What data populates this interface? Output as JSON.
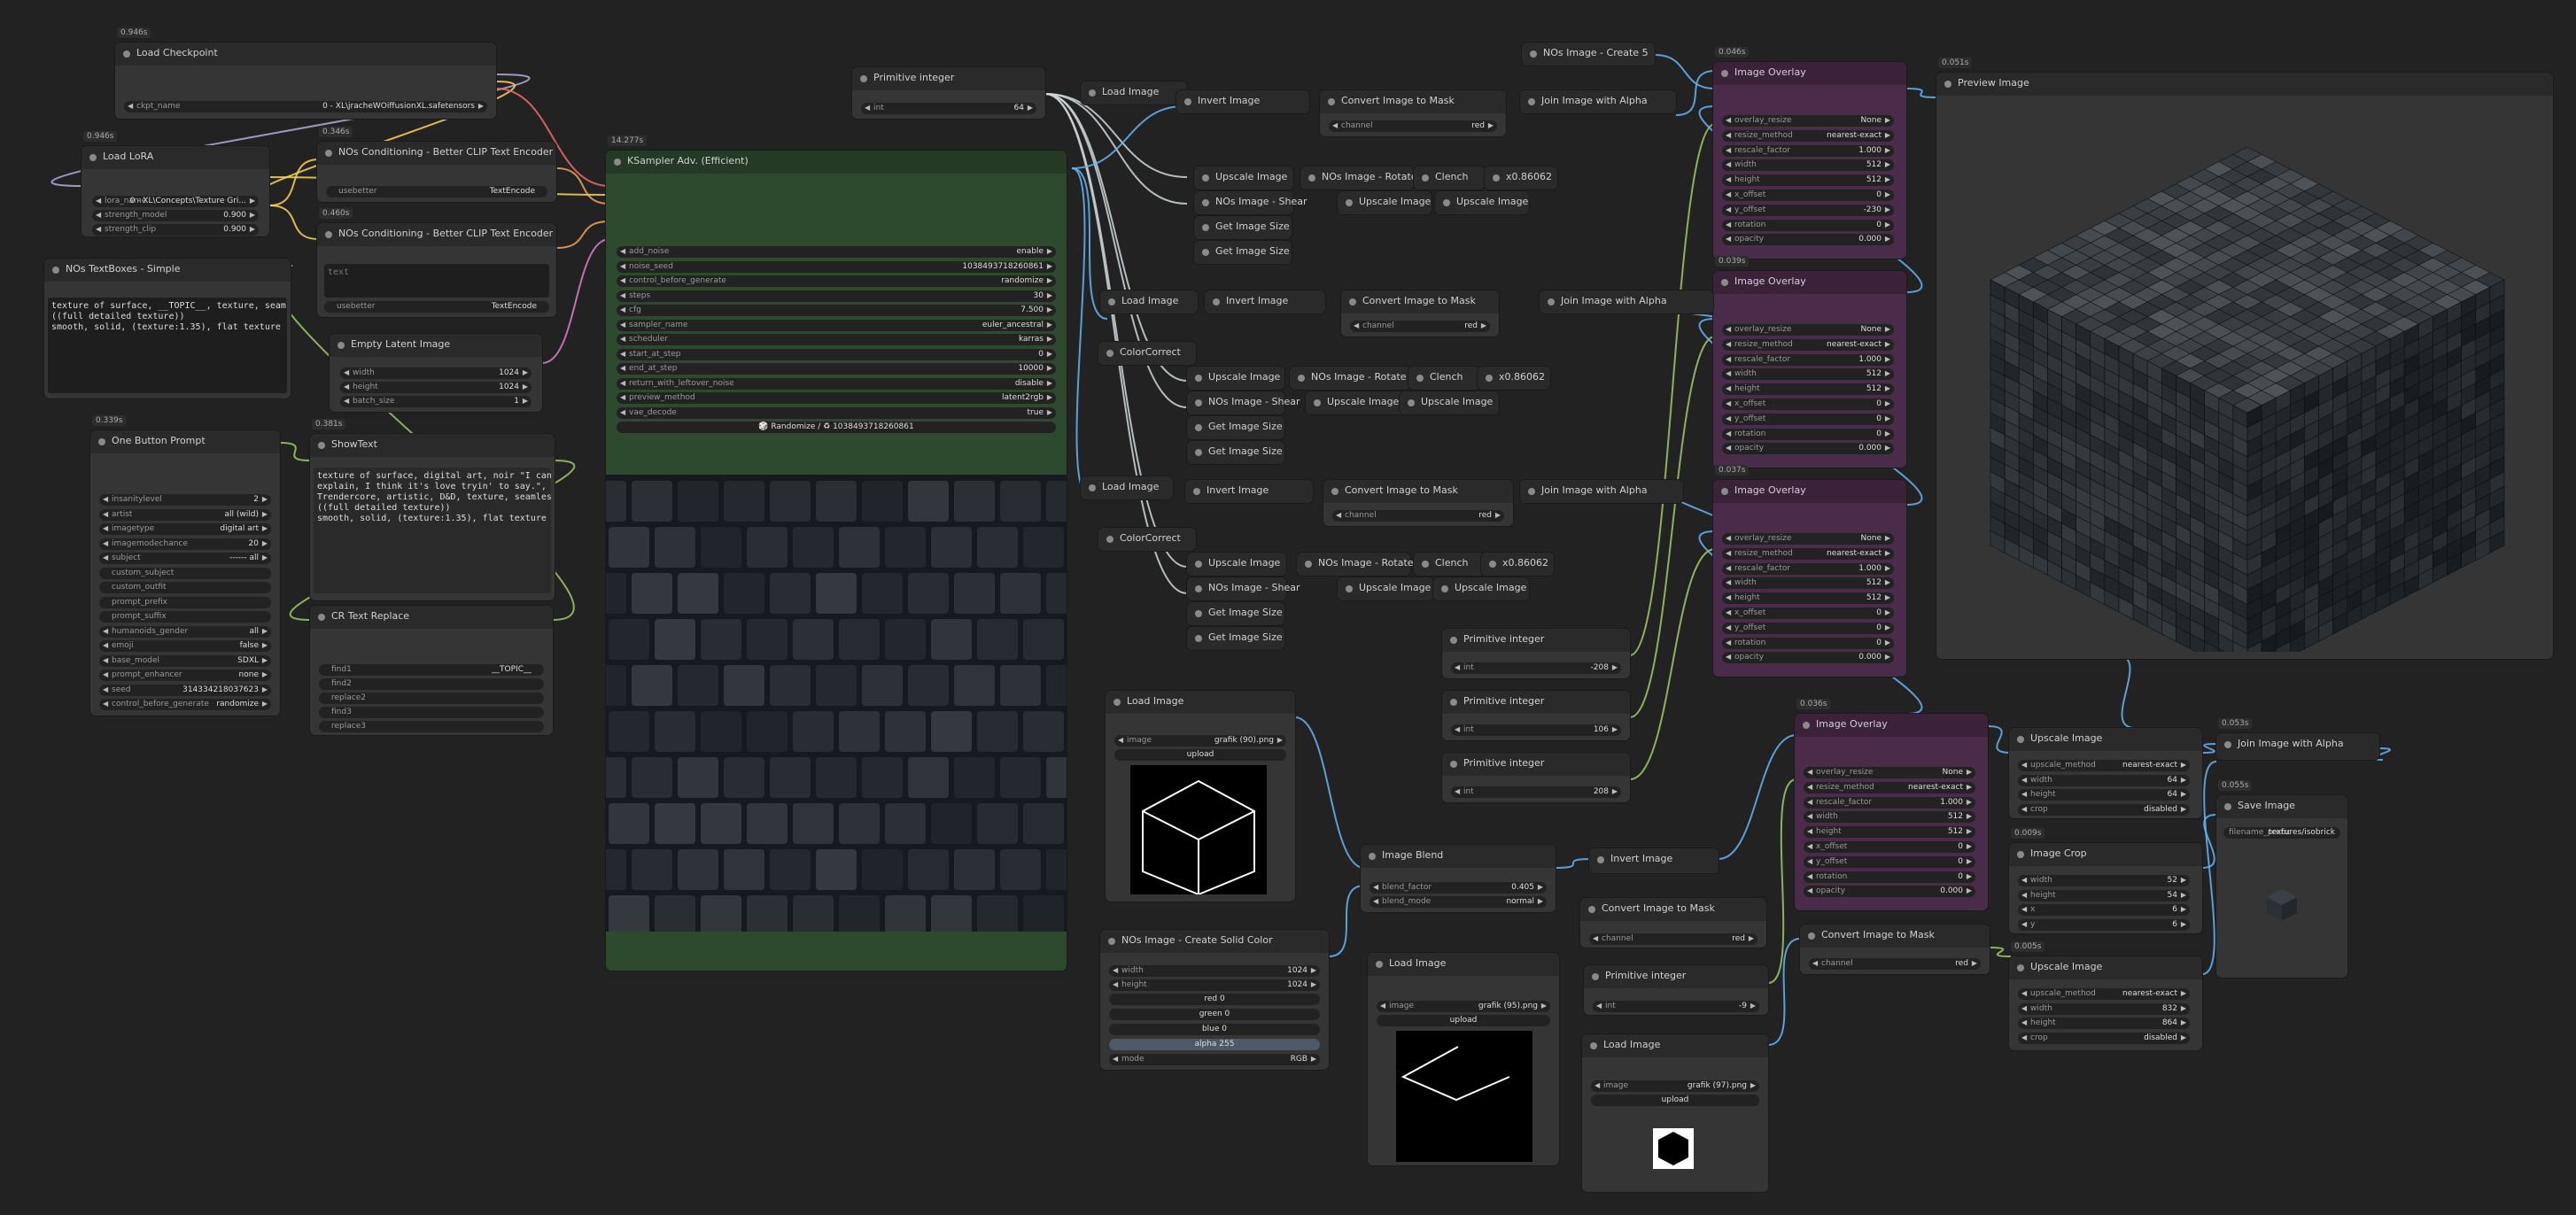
{
  "canvas_bg": "#222222",
  "nodes": {
    "load_checkpoint": {
      "badge": "0.946s",
      "title": "Load Checkpoint",
      "ckpt_label": "ckpt_name",
      "ckpt_value": "0 - XL\\jracheWOiffusionXL.safetensors"
    },
    "load_lora": {
      "badge": "0.946s",
      "title": "Load LoRA",
      "lora_label": "lora_name",
      "lora_value": "0 - XL\\Concepts\\Texture Gri...",
      "sm_label": "strength_model",
      "sm_value": "0.900",
      "sc_label": "strength_clip",
      "sc_value": "0.900"
    },
    "cond1": {
      "badge": "0.346s",
      "title": "NOs Conditioning - Better CLIP Text Encoder",
      "text": "usebetter",
      "enc": "TextEncode"
    },
    "cond2": {
      "badge": "0.460s",
      "title": "NOs Conditioning - Better CLIP Text Encoder",
      "text": "text",
      "text2": "usebetter",
      "enc": "TextEncode"
    },
    "textboxes": {
      "title": "NOs TextBoxes - Simple",
      "text": "texture of surface, __TOPIC__, texture, seamless\n((full detailed texture))\nsmooth, solid, (texture:1.35), flat texture"
    },
    "empty_latent": {
      "title": "Empty Latent Image",
      "width_label": "width",
      "width_value": "1024",
      "height_label": "height",
      "height_value": "1024",
      "batch_label": "batch_size",
      "batch_value": "1"
    },
    "one_button": {
      "badge": "0.339s",
      "title": "One Button Prompt",
      "rows": [
        [
          "insanitylevel",
          "2"
        ],
        [
          "artist",
          "all (wild)"
        ],
        [
          "imagetype",
          "digital art"
        ],
        [
          "imagemodechance",
          "20"
        ],
        [
          "subject",
          "------ all"
        ]
      ],
      "plain": [
        "custom_subject",
        "custom_outfit",
        "prompt_prefix",
        "prompt_suffix"
      ],
      "rows2": [
        [
          "humanoids_gender",
          "all"
        ],
        [
          "emoji",
          "false"
        ],
        [
          "base_model",
          "SDXL"
        ],
        [
          "prompt_enhancer",
          "none"
        ],
        [
          "seed",
          "314334218037623"
        ],
        [
          "control_before_generate",
          "randomize"
        ]
      ]
    },
    "showtext": {
      "badge": "0.381s",
      "title": "ShowText",
      "text": "texture of surface, digital art, noir \"I can't\nexplain, I think it's love tryin' to say.\",\nTrendercore, artistic, D&D, texture, seamless\n((full detailed texture))\nsmooth, solid, (texture:1.35), flat texture"
    },
    "cr_replace": {
      "title": "CR Text Replace",
      "find1": "find1",
      "find1_value": "__TOPIC__",
      "find2": "find2",
      "replace2": "replace2",
      "find3": "find3",
      "replace3": "replace3"
    },
    "ksampler": {
      "badge": "14.277s",
      "title": "KSampler Adv. (Efficient)",
      "rows": [
        [
          "add_noise",
          "enable"
        ],
        [
          "noise_seed",
          "1038493718260861"
        ],
        [
          "control_before_generate",
          "randomize"
        ],
        [
          "steps",
          "30"
        ],
        [
          "cfg",
          "7.500"
        ],
        [
          "sampler_name",
          "euler_ancestral"
        ],
        [
          "scheduler",
          "karras"
        ],
        [
          "start_at_step",
          "0"
        ],
        [
          "end_at_step",
          "10000"
        ],
        [
          "return_with_leftover_noise",
          "disable"
        ],
        [
          "preview_method",
          "latent2rgb"
        ],
        [
          "vae_decode",
          "true"
        ]
      ],
      "seed_btn": "🎲 Randomize / ♻ 1038493718260861"
    },
    "prim_top": {
      "title": "Primitive integer",
      "label": "int",
      "value": "64"
    },
    "li1": {
      "title": "Load Image"
    },
    "inv1": {
      "title": "Invert Image"
    },
    "c2m1": {
      "title": "Convert Image to Mask",
      "channel_label": "channel",
      "channel_value": "red"
    },
    "join1": {
      "title": "Join Image with Alpha"
    },
    "create5": {
      "title": "NOs Image - Create 5"
    },
    "ups1": {
      "title": "Upscale Image"
    },
    "rot1": {
      "title": "NOs Image - Rotate"
    },
    "cl1": {
      "title": "Clench"
    },
    "val1": {
      "title": "x0.86062"
    },
    "shear1": {
      "title": "NOs Image - Shear"
    },
    "ups1b": {
      "title": "Upscale Image"
    },
    "ups1c": {
      "title": "Upscale Image"
    },
    "gs1a": {
      "title": "Get Image Size"
    },
    "gs1b": {
      "title": "Get Image Size"
    },
    "li2": {
      "title": "Load Image"
    },
    "inv2": {
      "title": "Invert Image"
    },
    "c2m2": {
      "title": "Convert Image to Mask",
      "channel_label": "channel",
      "channel_value": "red"
    },
    "join2": {
      "title": "Join Image with Alpha"
    },
    "cc2": {
      "title": "ColorCorrect"
    },
    "ups2": {
      "title": "Upscale Image"
    },
    "rot2": {
      "title": "NOs Image - Rotate"
    },
    "cl2": {
      "title": "Clench"
    },
    "val2": {
      "title": "x0.86062"
    },
    "shear2": {
      "title": "NOs Image - Shear"
    },
    "ups2b": {
      "title": "Upscale Image"
    },
    "ups2c": {
      "title": "Upscale Image"
    },
    "gs2a": {
      "title": "Get Image Size"
    },
    "gs2b": {
      "title": "Get Image Size"
    },
    "li3": {
      "title": "Load Image"
    },
    "inv3": {
      "title": "Invert Image"
    },
    "c2m3": {
      "title": "Convert Image to Mask",
      "channel_label": "channel",
      "channel_value": "red"
    },
    "join3": {
      "title": "Join Image with Alpha"
    },
    "cc3": {
      "title": "ColorCorrect"
    },
    "ups3": {
      "title": "Upscale Image"
    },
    "rot3": {
      "title": "NOs Image - Rotate"
    },
    "cl3": {
      "title": "Clench"
    },
    "val3": {
      "title": "x0.86062"
    },
    "shear3": {
      "title": "NOs Image - Shear"
    },
    "ups3b": {
      "title": "Upscale Image"
    },
    "ups3c": {
      "title": "Upscale Image"
    },
    "gs3a": {
      "title": "Get Image Size"
    },
    "gs3b": {
      "title": "Get Image Size"
    },
    "prim_a": {
      "title": "Primitive integer",
      "label": "int",
      "value": "-208"
    },
    "prim_b": {
      "title": "Primitive integer",
      "label": "int",
      "value": "106"
    },
    "prim_c": {
      "title": "Primitive integer",
      "label": "int",
      "value": "208"
    },
    "ov1": {
      "badge": "0.046s",
      "title": "Image Overlay",
      "rows": [
        [
          "overlay_resize",
          "None"
        ],
        [
          "resize_method",
          "nearest-exact"
        ],
        [
          "rescale_factor",
          "1.000"
        ],
        [
          "width",
          "512"
        ],
        [
          "height",
          "512"
        ],
        [
          "x_offset",
          "0"
        ],
        [
          "y_offset",
          "-230"
        ],
        [
          "rotation",
          "0"
        ],
        [
          "opacity",
          "0.000"
        ]
      ]
    },
    "ov2": {
      "badge": "0.039s",
      "title": "Image Overlay",
      "rows": [
        [
          "overlay_resize",
          "None"
        ],
        [
          "resize_method",
          "nearest-exact"
        ],
        [
          "rescale_factor",
          "1.000"
        ],
        [
          "width",
          "512"
        ],
        [
          "height",
          "512"
        ],
        [
          "x_offset",
          "0"
        ],
        [
          "y_offset",
          "0"
        ],
        [
          "rotation",
          "0"
        ],
        [
          "opacity",
          "0.000"
        ]
      ]
    },
    "ov3": {
      "badge": "0.037s",
      "title": "Image Overlay",
      "rows": [
        [
          "overlay_resize",
          "None"
        ],
        [
          "resize_method",
          "nearest-exact"
        ],
        [
          "rescale_factor",
          "1.000"
        ],
        [
          "width",
          "512"
        ],
        [
          "height",
          "512"
        ],
        [
          "x_offset",
          "0"
        ],
        [
          "y_offset",
          "0"
        ],
        [
          "rotation",
          "0"
        ],
        [
          "opacity",
          "0.000"
        ]
      ]
    },
    "ov4": {
      "badge": "0.036s",
      "title": "Image Overlay",
      "rows": [
        [
          "overlay_resize",
          "None"
        ],
        [
          "resize_method",
          "nearest-exact"
        ],
        [
          "rescale_factor",
          "1.000"
        ],
        [
          "width",
          "512"
        ],
        [
          "height",
          "512"
        ],
        [
          "x_offset",
          "0"
        ],
        [
          "y_offset",
          "0"
        ],
        [
          "rotation",
          "0"
        ],
        [
          "opacity",
          "0.000"
        ]
      ]
    },
    "preview": {
      "badge": "0.051s",
      "title": "Preview Image"
    },
    "li_g1": {
      "title": "Load Image",
      "image_label": "image",
      "image_value": "grafik (90).png",
      "upload": "upload"
    },
    "solid": {
      "title": "NOs Image - Create Solid Color",
      "w_label": "width",
      "w_value": "1024",
      "h_label": "height",
      "h_value": "1024",
      "red": "red 0",
      "green": "green 0",
      "blue": "blue 0",
      "alpha": "alpha 255",
      "mode_label": "mode",
      "mode_value": "RGB"
    },
    "blend": {
      "title": "Image Blend",
      "f_label": "blend_factor",
      "f_value": "0.405",
      "m_label": "blend_mode",
      "m_value": "normal"
    },
    "li_g2": {
      "title": "Load Image",
      "image_label": "image",
      "image_value": "grafik (95).png",
      "upload": "upload"
    },
    "inv4": {
      "title": "Invert Image"
    },
    "c2m4": {
      "title": "Convert Image to Mask",
      "channel_label": "channel",
      "channel_value": "red"
    },
    "prim_d": {
      "title": "Primitive integer",
      "label": "int",
      "value": "-9"
    },
    "li_g3": {
      "title": "Load Image",
      "image_label": "image",
      "image_value": "grafik (97).png",
      "upload": "upload"
    },
    "c2m5": {
      "title": "Convert Image to Mask",
      "channel_label": "channel",
      "channel_value": "red"
    },
    "up_a": {
      "title": "Upscale Image",
      "rows": [
        [
          "upscale_method",
          "nearest-exact"
        ],
        [
          "width",
          "64"
        ],
        [
          "height",
          "64"
        ],
        [
          "crop",
          "disabled"
        ]
      ]
    },
    "crop": {
      "badge": "0.009s",
      "title": "Image Crop",
      "rows": [
        [
          "width",
          "52"
        ],
        [
          "height",
          "54"
        ],
        [
          "x",
          "6"
        ],
        [
          "y",
          "6"
        ]
      ]
    },
    "up_b": {
      "badge": "0.005s",
      "title": "Upscale Image",
      "rows": [
        [
          "upscale_method",
          "nearest-exact"
        ],
        [
          "width",
          "832"
        ],
        [
          "height",
          "864"
        ],
        [
          "crop",
          "disabled"
        ]
      ]
    },
    "join_final": {
      "badge": "0.053s",
      "title": "Join Image with Alpha"
    },
    "save": {
      "badge": "0.055s",
      "title": "Save Image",
      "prefix_label": "filename_prefix",
      "prefix_value": "textures/isobrick"
    }
  }
}
